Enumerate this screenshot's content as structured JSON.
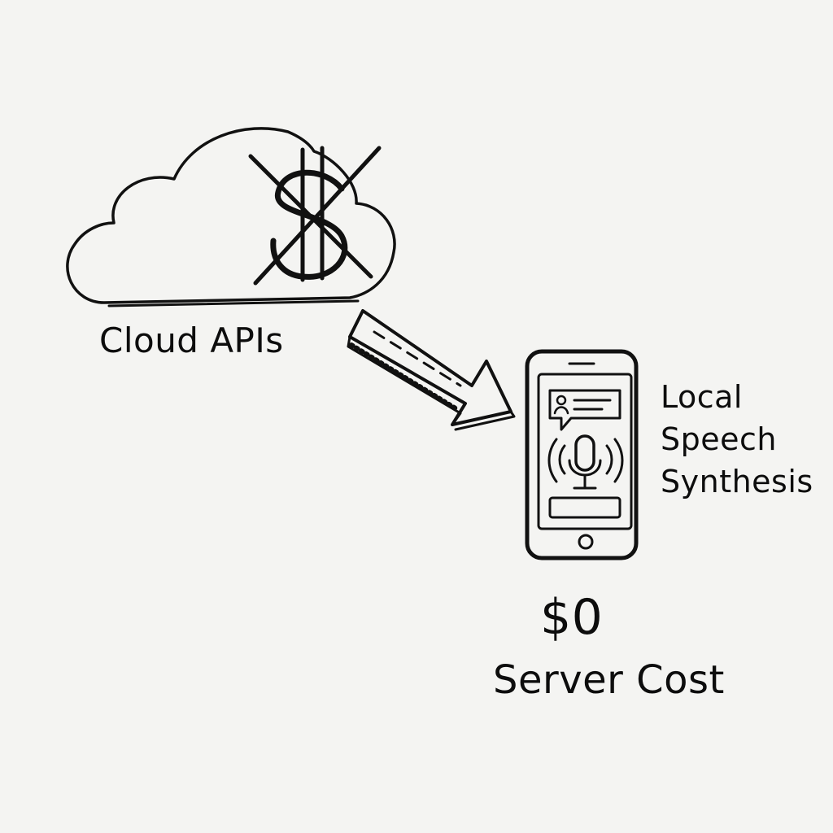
{
  "colors": {
    "background": "#f4f4f2",
    "ink": "#111111"
  },
  "icons": {
    "cloud": "cloud-icon",
    "crossed_dollar": "crossed-dollar-icon",
    "arrow": "arrow-icon",
    "phone": "phone-icon",
    "chat_bubble": "chat-bubble-icon",
    "microphone": "microphone-icon"
  },
  "cloud": {
    "label": "Cloud APIs"
  },
  "device": {
    "label_lines": [
      "Local",
      "Speech",
      "Synthesis"
    ]
  },
  "cost": {
    "value": "$0",
    "label": "Server Cost"
  }
}
